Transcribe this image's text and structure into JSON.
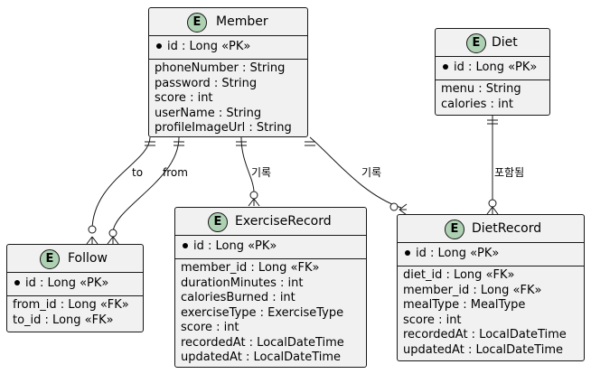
{
  "entities": {
    "member": {
      "badge": "E",
      "name": "Member",
      "pk": "id : Long «PK»",
      "fields": [
        "phoneNumber : String",
        "password : String",
        "score : int",
        "userName : String",
        "profileImageUrl : String"
      ]
    },
    "diet": {
      "badge": "E",
      "name": "Diet",
      "pk": "id : Long «PK»",
      "fields": [
        "menu : String",
        "calories : int"
      ]
    },
    "follow": {
      "badge": "E",
      "name": "Follow",
      "pk": "id : Long «PK»",
      "fields": [
        "from_id : Long «FK»",
        "to_id : Long «FK»"
      ]
    },
    "exercise_record": {
      "badge": "E",
      "name": "ExerciseRecord",
      "pk": "id : Long «PK»",
      "fields": [
        "member_id : Long «FK»",
        "durationMinutes : int",
        "caloriesBurned : int",
        "exerciseType : ExerciseType",
        "score : int",
        "recordedAt : LocalDateTime",
        "updatedAt : LocalDateTime"
      ]
    },
    "diet_record": {
      "badge": "E",
      "name": "DietRecord",
      "pk": "id : Long «PK»",
      "fields": [
        "diet_id : Long «FK»",
        "member_id : Long «FK»",
        "mealType : MealType",
        "score : int",
        "recordedAt : LocalDateTime",
        "updatedAt : LocalDateTime"
      ]
    }
  },
  "relations": {
    "to": "to",
    "from": "from",
    "exercise": "기록",
    "diet_record": "기록",
    "includes": "포함됨"
  },
  "colors": {
    "entity_fill": "#f1f1f1",
    "border": "#181818",
    "badge_fill": "#add1b2"
  }
}
